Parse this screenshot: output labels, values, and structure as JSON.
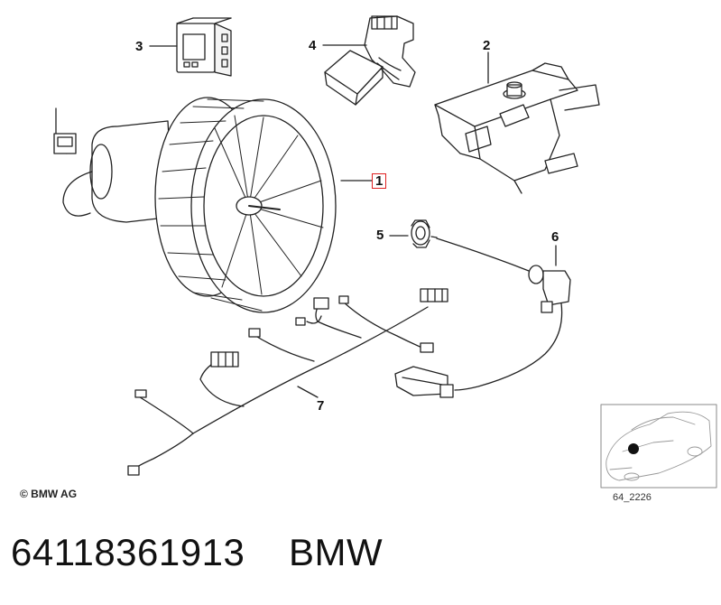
{
  "callouts": {
    "part1": "1",
    "part2": "2",
    "part3": "3",
    "part4": "4",
    "part5": "5",
    "part6": "6",
    "part7": "7"
  },
  "copyright": "© BMW AG",
  "thumbnail_code": "64_2226",
  "caption": {
    "part_number": "64118361913",
    "brand": "BMW"
  },
  "colors": {
    "highlight_box": "#e02020",
    "line_art": "#222222"
  }
}
